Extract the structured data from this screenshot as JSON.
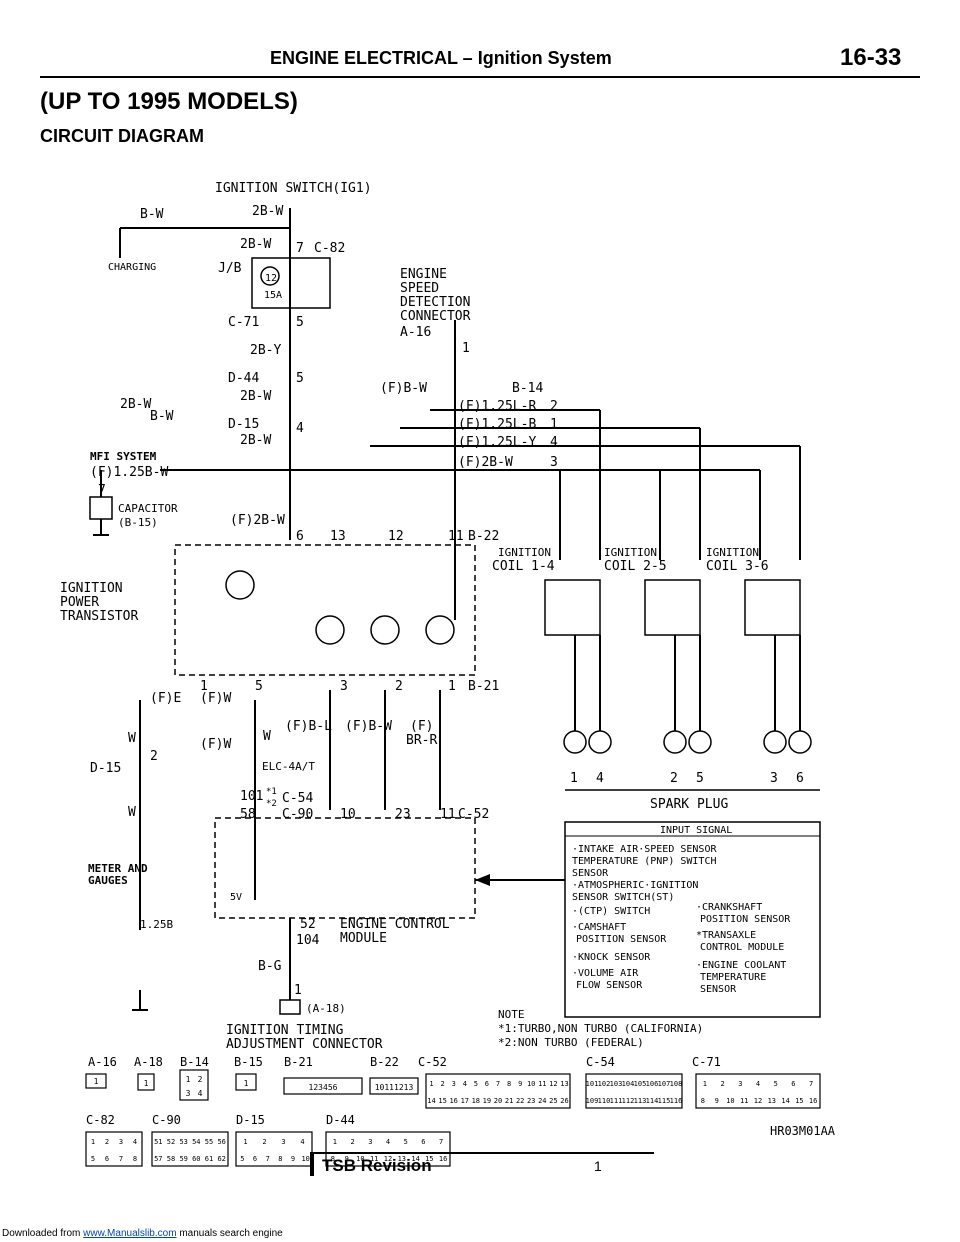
{
  "header": {
    "title": "ENGINE ELECTRICAL – Ignition System",
    "page": "16-33"
  },
  "heading": {
    "models": "(UP TO 1995 MODELS)",
    "section": "CIRCUIT DIAGRAM"
  },
  "labels": {
    "ig_switch": "IGNITION SWITCH(IG1)",
    "bw": "B-W",
    "charging": "CHARGING",
    "w2b_1": "2B-W",
    "w2b_2": "2B-W",
    "pin7": "7",
    "c82": "C-82",
    "jb": "J/B",
    "fuse12": "12",
    "fuse15a": "15A",
    "c71": "C-71",
    "pin5a": "5",
    "y2b": "2B-Y",
    "d44": "D-44",
    "pin5b": "5",
    "w2b_3": "2B-W",
    "w2b_4": "2B-W",
    "bw2": "B-W",
    "d15": "D-15",
    "pin4": "4",
    "w2b_5": "2B-W",
    "mfi": "MFI SYSTEM",
    "f125b": "(F)1.25B-W",
    "engine_speed": "ENGINE",
    "engine_speed2": "SPEED",
    "detection": "DETECTION",
    "connector": "CONNECTOR",
    "a16": "A-16",
    "pin1": "1",
    "fbw": "(F)B-W",
    "b14": "B-14",
    "f125lr": "(F)1.25L-R",
    "p2": "2",
    "f125lb": "(F)1.25L-B",
    "p1": "1",
    "f125ly": "(F)1.25L-Y",
    "p4": "4",
    "f2bw": "(F)2B-W",
    "p3": "3",
    "cap_pin": "7",
    "capacitor": "CAPACITOR",
    "b15": "(B-15)",
    "f2bw2": "(F)2B-W",
    "n6": "6",
    "n13": "13",
    "n12": "12",
    "n11": "11",
    "b22": "B-22",
    "coil14": "IGNITION",
    "coil14b": "COIL 1-4",
    "coil25": "IGNITION",
    "coil25b": "COIL 2-5",
    "coil36": "IGNITION",
    "coil36b": "COIL 3-6",
    "igpt": "IGNITION",
    "igpt2": "POWER",
    "igpt3": "TRANSISTOR",
    "n1": "1",
    "n5": "5",
    "n3": "3",
    "n2": "2",
    "n1b": "1",
    "b21": "B-21",
    "fe": "(F)E",
    "fw": "(F)W",
    "w1": "W",
    "n2b": "2",
    "d15b": "D-15",
    "fw2": "(F)W",
    "w2": "W",
    "fbl": "(F)B-L",
    "fbw2": "(F)B-W",
    "fbr": "(F)",
    "fbr2": "BR-R",
    "elc": "ELC-4A/T",
    "w3": "W",
    "meter": "METER AND",
    "meter2": "GAUGES",
    "n101": "101",
    "s1": "*1",
    "s2": "*2",
    "n58": "58",
    "c54": "C-54",
    "c90": "C-90",
    "n10": "10",
    "n23": "23",
    "n11b": "11",
    "c52": "C-52",
    "plug_nums": [
      "1",
      "4",
      "2",
      "5",
      "3",
      "6"
    ],
    "spark": "SPARK PLUG",
    "input_signal": "INPUT SIGNAL",
    "sig1": "·INTAKE AIR·SPEED SENSOR",
    "sig2": "TEMPERATURE (PNP) SWITCH",
    "sig3": "SENSOR",
    "sig4": "·ATMOSPHERIC·IGNITION",
    "sig5": "SENSOR      SWITCH(ST)",
    "sig6": "·(CTP) SWITCH",
    "sig7": "·CRANKSHAFT",
    "sig8": "POSITION SENSOR",
    "sig9": "·CAMSHAFT",
    "sig10": "POSITION SENSOR",
    "sig11": "*TRANSAXLE",
    "sig12": "CONTROL MODULE",
    "sig13": "·KNOCK SENSOR",
    "sig14": "·ENGINE COOLANT",
    "sig15": "TEMPERATURE",
    "sig16": "SENSOR",
    "sig17": "·VOLUME AIR",
    "sig18": "FLOW SENSOR",
    "v5": "5V",
    "w125": "1.25B",
    "n52": "52",
    "n104": "104",
    "ecm": "ENGINE CONTROL",
    "ecm2": "MODULE",
    "bg": "B-G",
    "n1c": "1",
    "a18": "(A-18)",
    "timing": "IGNITION  TIMING",
    "timing2": "ADJUSTMENT  CONNECTOR",
    "note": "NOTE",
    "note1": "*1:TURBO,NON  TURBO  (CALIFORNIA)",
    "note2": "*2:NON  TURBO  (FEDERAL)",
    "conn_row1": [
      "A-16",
      "A-18",
      "B-14",
      "B-15",
      "B-21",
      "B-22",
      "C-52",
      "C-54",
      "C-71"
    ],
    "conn_row2": [
      "C-82",
      "C-90",
      "D-15",
      "D-44"
    ],
    "c52_top": [
      "1",
      "2",
      "3",
      "4",
      "5",
      "6",
      "7",
      "8",
      "9",
      "10",
      "11",
      "12",
      "13"
    ],
    "c52_bot": [
      "14",
      "15",
      "16",
      "17",
      "18",
      "19",
      "20",
      "21",
      "22",
      "23",
      "24",
      "25",
      "26"
    ],
    "c54_top": [
      "101",
      "102",
      "103",
      "104",
      "105",
      "106",
      "107",
      "108"
    ],
    "c54_bot": [
      "109",
      "110",
      "111",
      "112",
      "113",
      "114",
      "115",
      "116"
    ],
    "c71_top": [
      "1",
      "2",
      "3",
      "4",
      "5",
      "6",
      "7"
    ],
    "c71_bot": [
      "8",
      "9",
      "10",
      "11",
      "12",
      "13",
      "14",
      "15",
      "16"
    ],
    "c82_top": [
      "1",
      "2",
      "3",
      "4"
    ],
    "c82_bot": [
      "5",
      "6",
      "7",
      "8"
    ],
    "c90_top": [
      "51",
      "52",
      "53",
      "54",
      "55",
      "56"
    ],
    "c90_bot": [
      "57",
      "58",
      "59",
      "60",
      "61",
      "62"
    ],
    "d15_top": [
      "1",
      "2",
      "3",
      "4"
    ],
    "d15_bot": [
      "5",
      "6",
      "7",
      "8",
      "9",
      "10"
    ],
    "d44_top": [
      "1",
      "2",
      "3",
      "4",
      "5",
      "6",
      "7"
    ],
    "d44_bot": [
      "8",
      "9",
      "10",
      "11",
      "12",
      "13",
      "14",
      "15",
      "16"
    ],
    "b22_pins": "10111213",
    "b21_pins": "123456",
    "b14_pins": [
      "1",
      "2",
      "3",
      "4"
    ],
    "b15_pin": "1",
    "a16_pin": "1",
    "a18_pin": "1"
  },
  "footer": {
    "tsb": "TSB Revision",
    "tsb_num": "1",
    "ref": "HR03M01AA",
    "dl_prefix": "Downloaded from",
    "dl_link": "www.Manualslib.com",
    "dl_suffix": "manuals search engine"
  }
}
